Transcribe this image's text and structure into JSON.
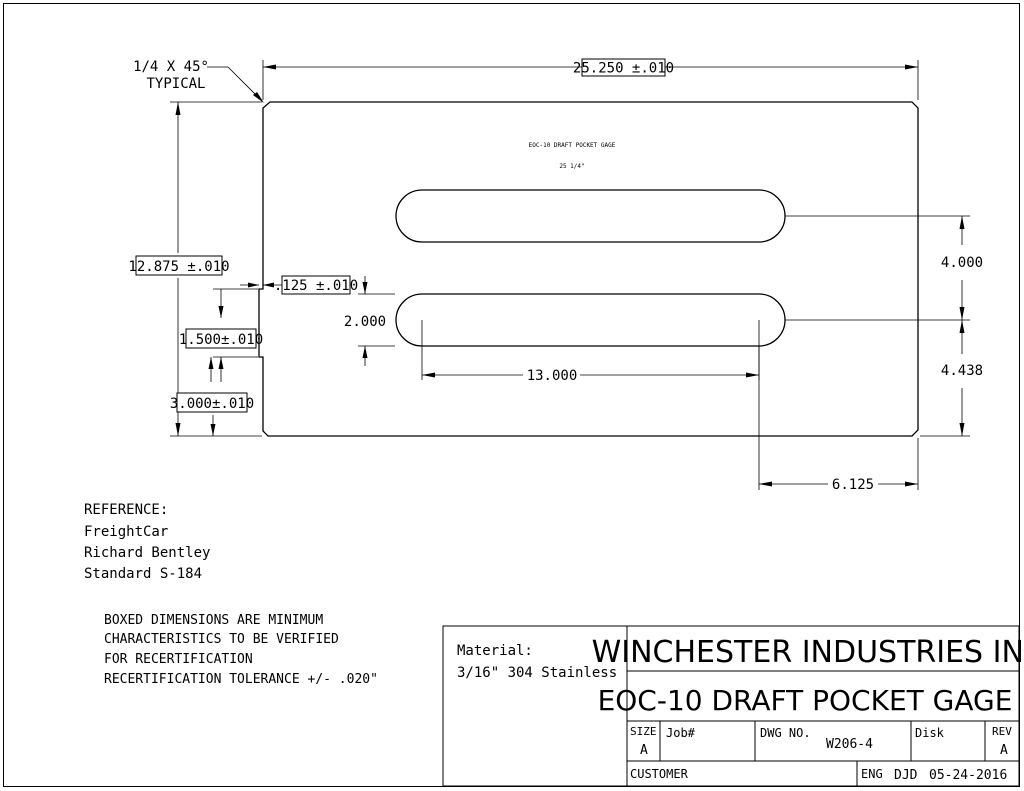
{
  "dimensions": {
    "overall_length": "25.250 ±.010",
    "overall_height": "12.875 ±.010",
    "chamfer": [
      "1/4 X 45°",
      "TYPICAL"
    ],
    "notch_depth": ".125 ±.010",
    "notch_length": "1.500±.010",
    "notch_offset": "3.000±.010",
    "slot_width": "2.000",
    "slot_length": "13.000",
    "slot_spacing": "4.000",
    "slot_from_bottom": "4.438",
    "slot_from_right": "6.125"
  },
  "part_marking": {
    "line1": "EOC-10 DRAFT POCKET GAGE",
    "line2": "25 1/4\""
  },
  "reference": [
    "REFERENCE:",
    "FreightCar",
    "Richard Bentley",
    "Standard S-184"
  ],
  "notes": [
    "BOXED DIMENSIONS ARE MINIMUM",
    "CHARACTERISTICS TO BE VERIFIED",
    "FOR RECERTIFICATION",
    "RECERTIFICATION TOLERANCE +/- .020\""
  ],
  "title_block": {
    "material_label": "Material:",
    "material_value": "3/16\" 304 Stainless",
    "company": "WINCHESTER INDUSTRIES INC.",
    "title": "EOC-10 DRAFT POCKET GAGE",
    "size_label": "SIZE",
    "size_value": "A",
    "job_label": "Job#",
    "job_value": "",
    "dwg_label": "DWG NO.",
    "dwg_value": "W206-4",
    "disk_label": "Disk",
    "disk_value": "",
    "rev_label": "REV",
    "rev_value": "A",
    "customer_label": "CUSTOMER",
    "customer_value": "",
    "eng_label": "ENG",
    "eng_value": "DJD",
    "date": "05-24-2016"
  }
}
